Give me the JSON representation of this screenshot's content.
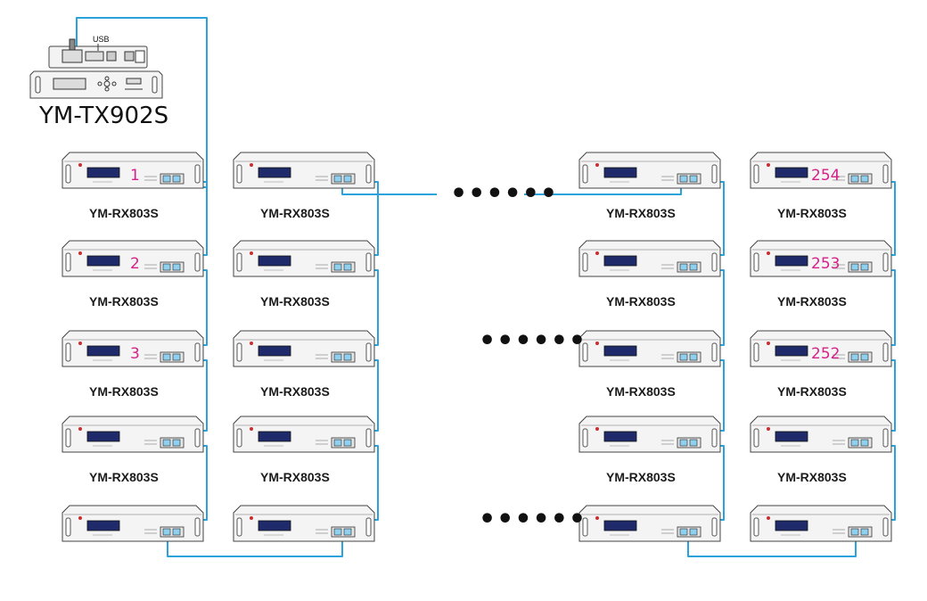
{
  "transmitter": {
    "model": "YM-TX902S",
    "port_label": "USB"
  },
  "receiver_model": "YM-RX803S",
  "device_numbers": [
    "1",
    "2",
    "3",
    "254",
    "253",
    "252"
  ],
  "gap_marker": "••••••",
  "colors": {
    "cable": "#2aa3dc",
    "number": "#d6208a",
    "device_body": "#f4f4f4",
    "device_outline": "#444444",
    "display": "#1f2a6b"
  }
}
